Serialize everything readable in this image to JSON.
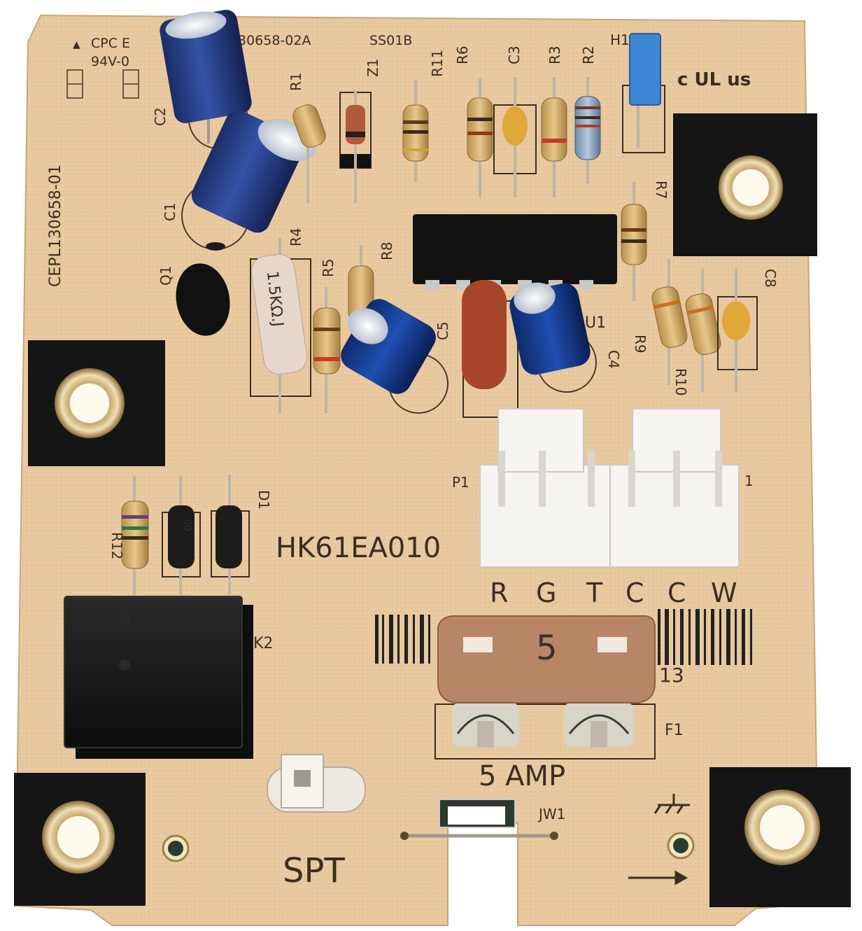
{
  "board": {
    "part_no": "HK61EA010",
    "pcb_id": "CEPL130658-01",
    "rev_code": "30658-02A",
    "cpc": "CPC E",
    "flammability": "94V-0",
    "ss_code": "SS01B",
    "ul_mark": "c UL us",
    "colors": {
      "pcb": "#e9c9a0",
      "pad_black": "#151515",
      "silk": "#3a2e22"
    }
  },
  "refdes": {
    "c1": "C1",
    "c2": "C2",
    "c3": "C3",
    "c4": "C4",
    "c5": "C5",
    "c8": "C8",
    "r1": "R1",
    "r2": "R2",
    "r3": "R3",
    "r4": "R4",
    "r5": "R5",
    "r6": "R6",
    "r7": "R7",
    "r8": "R8",
    "r9": "R9",
    "r10": "R10",
    "r11": "R11",
    "r12": "R12",
    "z1": "Z1",
    "q1": "Q1",
    "u1": "U1",
    "d1": "D1",
    "k2": "K2",
    "p1": "P1",
    "p1_pin": "1",
    "f1": "F1",
    "jw1": "JW1",
    "h1": "H1",
    "spt": "SPT"
  },
  "resistor_r4_marking": "1.5KΩ.J",
  "connector_pins": [
    "R",
    "G",
    "T",
    "C",
    "C",
    "W"
  ],
  "fuse": {
    "marking": "5",
    "rating_label": "5 AMP",
    "side_mark": "13"
  }
}
